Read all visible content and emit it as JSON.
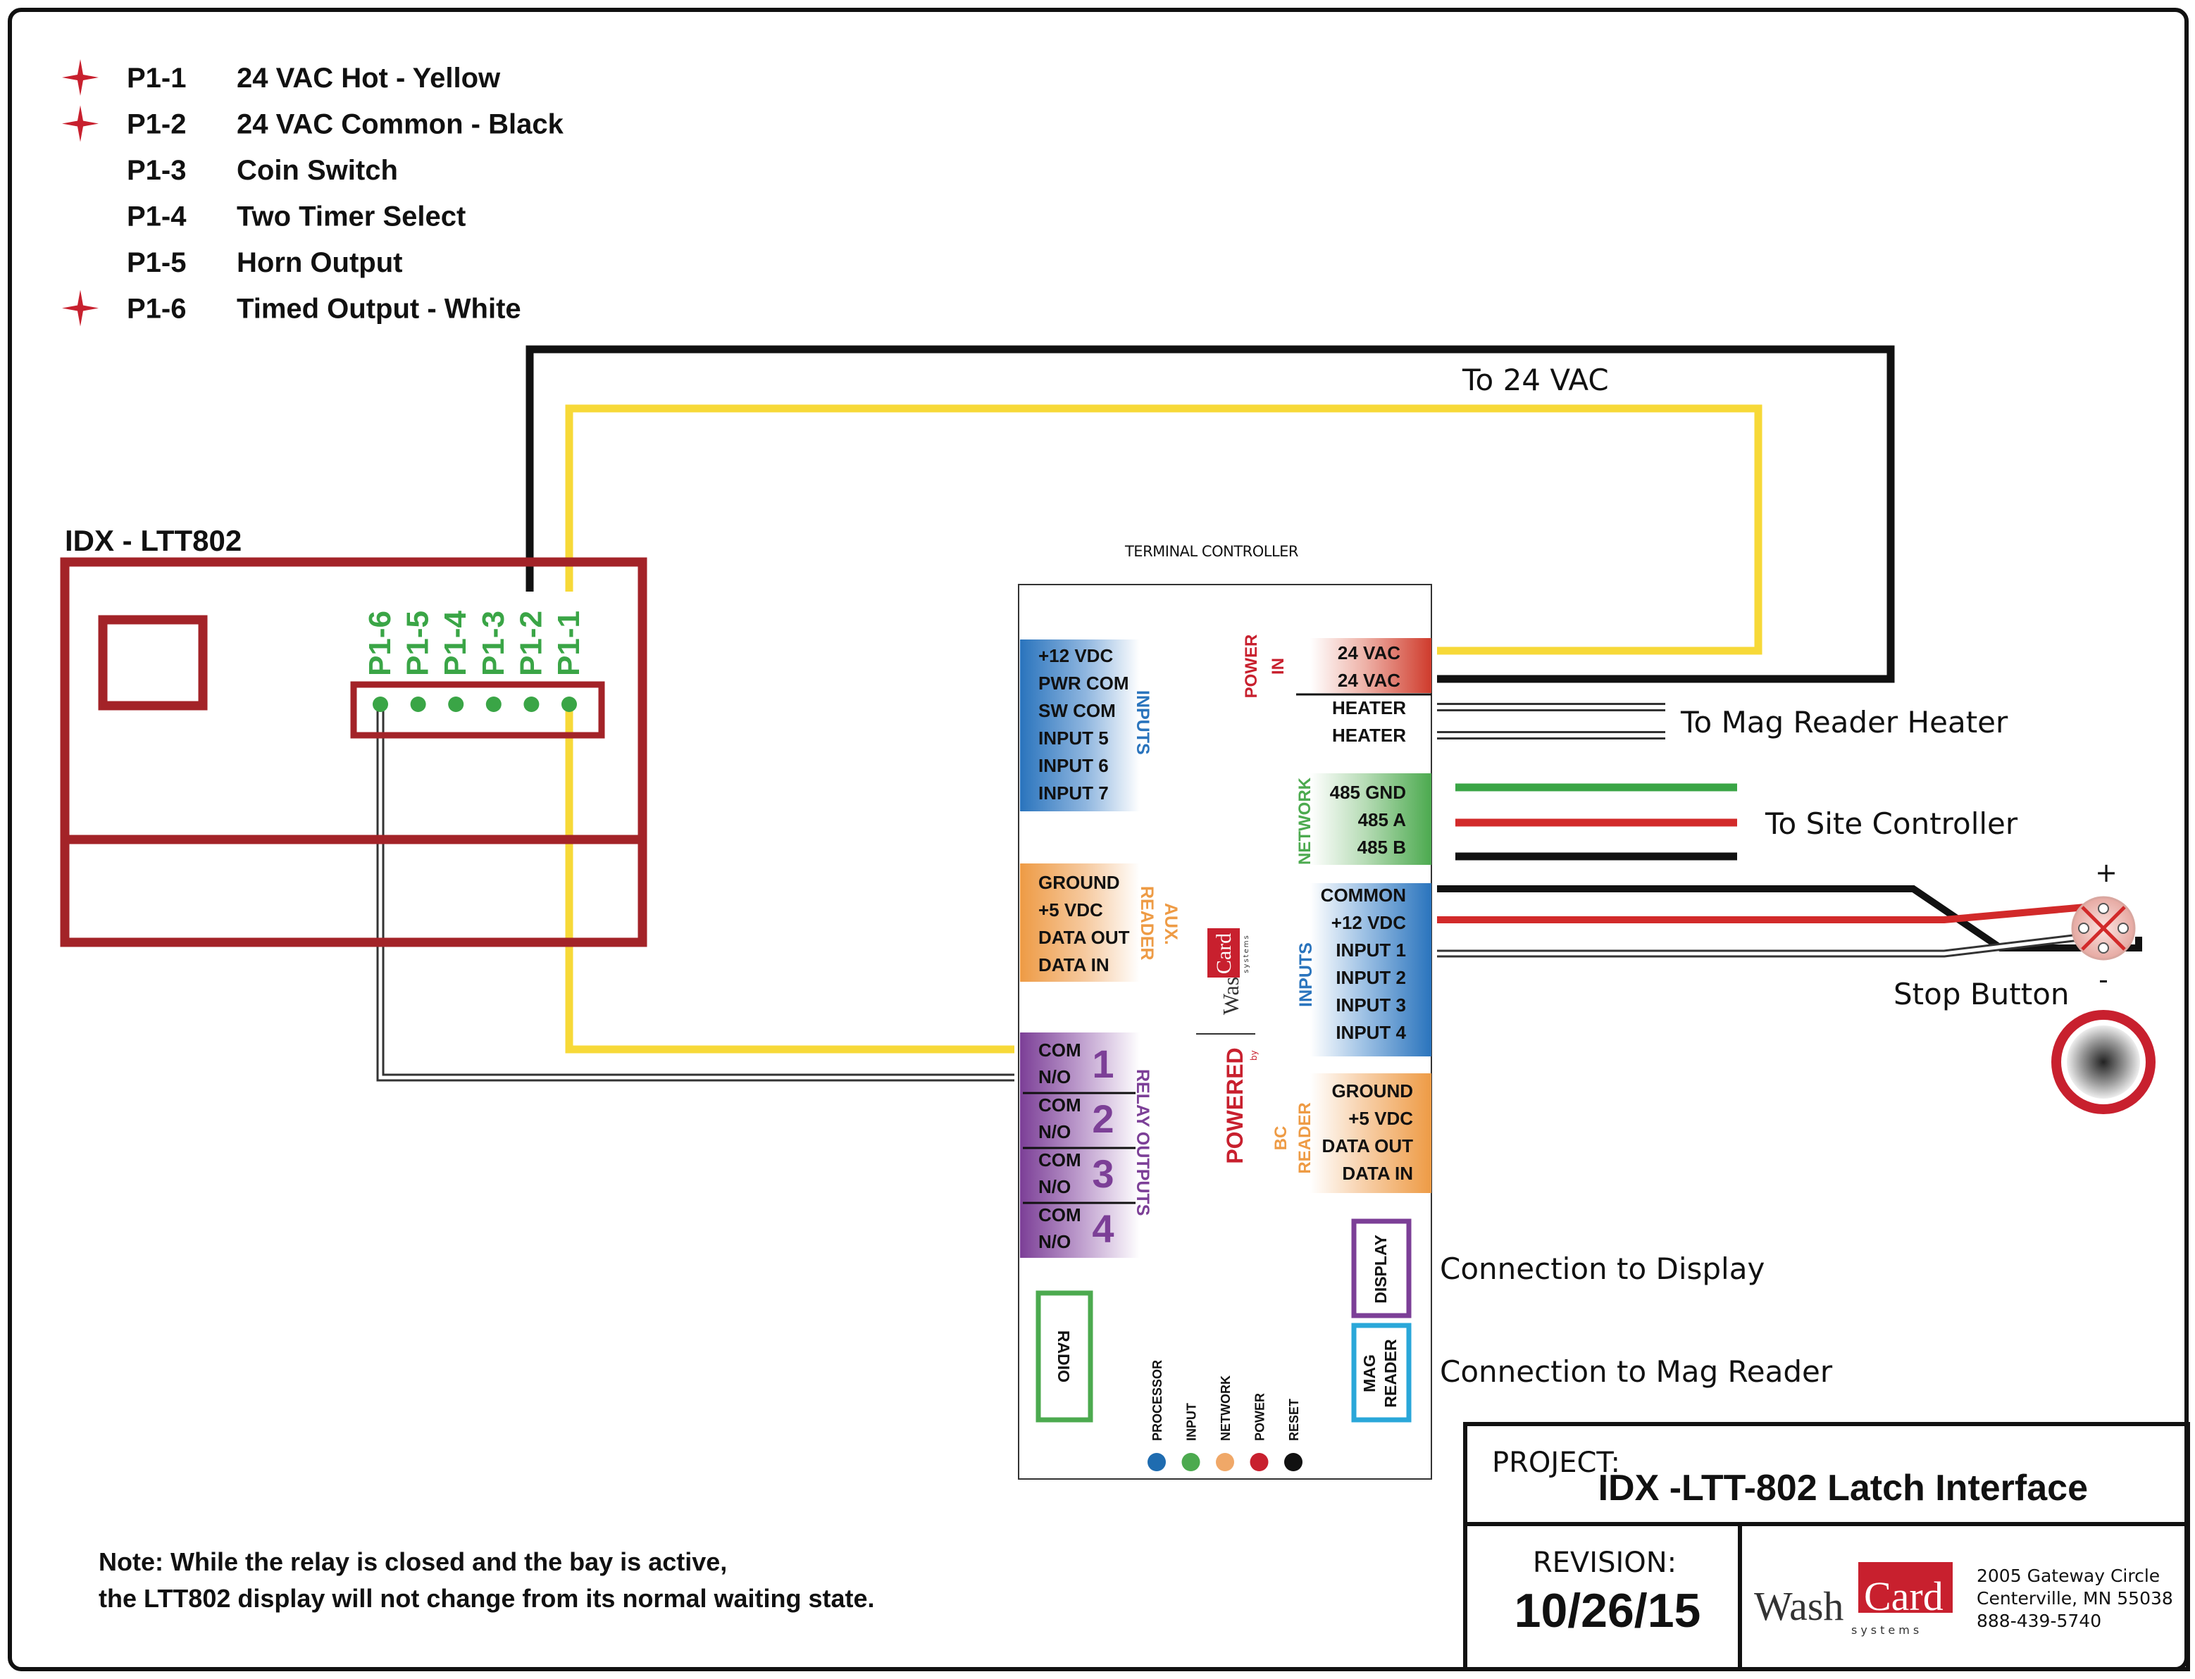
{
  "pin_legend": [
    {
      "pin": "P1-1",
      "desc": "24 VAC Hot - Yellow",
      "marked": true
    },
    {
      "pin": "P1-2",
      "desc": "24 VAC Common - Black",
      "marked": true
    },
    {
      "pin": "P1-3",
      "desc": "Coin Switch",
      "marked": false
    },
    {
      "pin": "P1-4",
      "desc": "Two Timer Select",
      "marked": false
    },
    {
      "pin": "P1-5",
      "desc": "Horn Output",
      "marked": false
    },
    {
      "pin": "P1-6",
      "desc": "Timed Output - White",
      "marked": true
    }
  ],
  "device": {
    "title": "IDX - LTT802",
    "pins": [
      "P1-6",
      "P1-5",
      "P1-4",
      "P1-3",
      "P1-2",
      "P1-1"
    ]
  },
  "controller": {
    "title": "TERMINAL CONTROLLER",
    "inputs_left": {
      "label": "INPUTS",
      "rows": [
        "+12 VDC",
        "PWR COM",
        "SW COM",
        "INPUT 5",
        "INPUT 6",
        "INPUT 7"
      ]
    },
    "aux_reader": {
      "label_1": "AUX.",
      "label_2": "READER",
      "rows": [
        "GROUND",
        "+5 VDC",
        "DATA OUT",
        "DATA IN"
      ]
    },
    "relay": {
      "label": "RELAY OUTPUTS",
      "groups": [
        {
          "com": "COM",
          "no": "N/O",
          "num": "1"
        },
        {
          "com": "COM",
          "no": "N/O",
          "num": "2"
        },
        {
          "com": "COM",
          "no": "N/O",
          "num": "3"
        },
        {
          "com": "COM",
          "no": "N/O",
          "num": "4"
        }
      ]
    },
    "radio": "RADIO",
    "power_in": {
      "label_1": "POWER",
      "label_2": "IN",
      "rows": [
        "24 VAC",
        "24 VAC"
      ]
    },
    "heater": {
      "rows": [
        "HEATER",
        "HEATER"
      ]
    },
    "network": {
      "label": "NETWORK",
      "rows": [
        "485 GND",
        "485 A",
        "485 B"
      ]
    },
    "inputs_right": {
      "label": "INPUTS",
      "rows": [
        "COMMON",
        "+12 VDC",
        "INPUT 1",
        "INPUT 2",
        "INPUT 3",
        "INPUT 4"
      ]
    },
    "bc_reader": {
      "label_1": "BC",
      "label_2": "READER",
      "rows": [
        "GROUND",
        "+5 VDC",
        "DATA OUT",
        "DATA IN"
      ]
    },
    "display": "DISPLAY",
    "mag_reader_1": "MAG",
    "mag_reader_2": "READER",
    "leds": [
      {
        "label": "PROCESSOR",
        "color": "#1f6cb0"
      },
      {
        "label": "INPUT",
        "color": "#4caa4f"
      },
      {
        "label": "NETWORK",
        "color": "#f0a868"
      },
      {
        "label": "POWER",
        "color": "#c8202e"
      },
      {
        "label": "RESET",
        "color": "#111111"
      }
    ],
    "logo_powered": "POWERED",
    "logo_by": "by",
    "logo_wash": "Wash",
    "logo_card": "Card",
    "logo_systems": "systems"
  },
  "annotations": {
    "to_24vac": "To 24 VAC",
    "to_heater": "To Mag Reader Heater",
    "to_site": "To Site Controller",
    "stop_button": "Stop Button",
    "plus": "+",
    "minus": "-",
    "conn_display": "Connection to Display",
    "conn_mag": "Connection to Mag Reader"
  },
  "note": {
    "line1": "Note: While the relay is closed and the bay is active,",
    "line2": "the LTT802  display will not change from its normal waiting state."
  },
  "title_block": {
    "project_label": "PROJECT:",
    "project_name": "IDX -LTT-802 Latch Interface",
    "revision_label": "REVISION:",
    "revision_date": "10/26/15",
    "logo_wash": "Wash",
    "logo_card": "Card",
    "logo_systems": "systems",
    "address_1": "2005 Gateway Circle",
    "address_2": "Centerville, MN  55038",
    "phone": "888-439-5740"
  },
  "colors": {
    "frame": "#111111",
    "device": "#a32328",
    "pin_green": "#3aa546",
    "yellow_wire": "#f7d938",
    "red_wire": "#d22a2a",
    "green_wire": "#3aa546",
    "blue_section": "#2a74bd",
    "orange_section": "#ee9b45",
    "purple_section": "#7c3f97",
    "red_section": "#cf3b2c",
    "green_section": "#4caa4f",
    "brand_red": "#c8202e"
  }
}
